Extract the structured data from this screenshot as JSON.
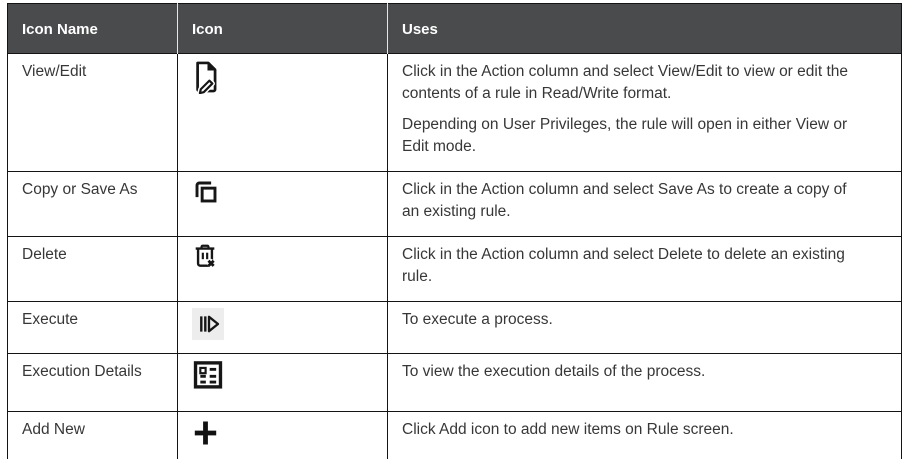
{
  "table": {
    "headers": [
      "Icon Name",
      "Icon",
      "Uses"
    ],
    "rows": [
      {
        "name": "View/Edit",
        "icon": "view-edit-icon",
        "uses": [
          "Click in the Action column and select View/Edit to view or edit the contents of a rule in Read/Write format.",
          "Depending on User Privileges, the rule will open in either View or Edit mode."
        ]
      },
      {
        "name": "Copy or Save As",
        "icon": "copy-icon",
        "uses": [
          "Click in the Action column and select Save As to create a copy of an existing rule."
        ]
      },
      {
        "name": "Delete",
        "icon": "delete-icon",
        "uses": [
          "Click in the Action column and select Delete to delete an existing rule."
        ]
      },
      {
        "name": "Execute",
        "icon": "execute-icon",
        "uses": [
          "To execute a process."
        ]
      },
      {
        "name": "Execution Details",
        "icon": "execution-details-icon",
        "uses": [
          "To view the execution details of the process."
        ]
      },
      {
        "name": "Add New",
        "icon": "add-new-icon",
        "uses": [
          "Click Add icon to add new items on Rule screen."
        ]
      }
    ]
  },
  "colors": {
    "header_bg": "#4a4b4d",
    "header_text": "#ffffff",
    "body_text": "#373737",
    "border": "#141414",
    "icon_stroke": "#161616",
    "execute_icon_bg": "#ededed"
  }
}
